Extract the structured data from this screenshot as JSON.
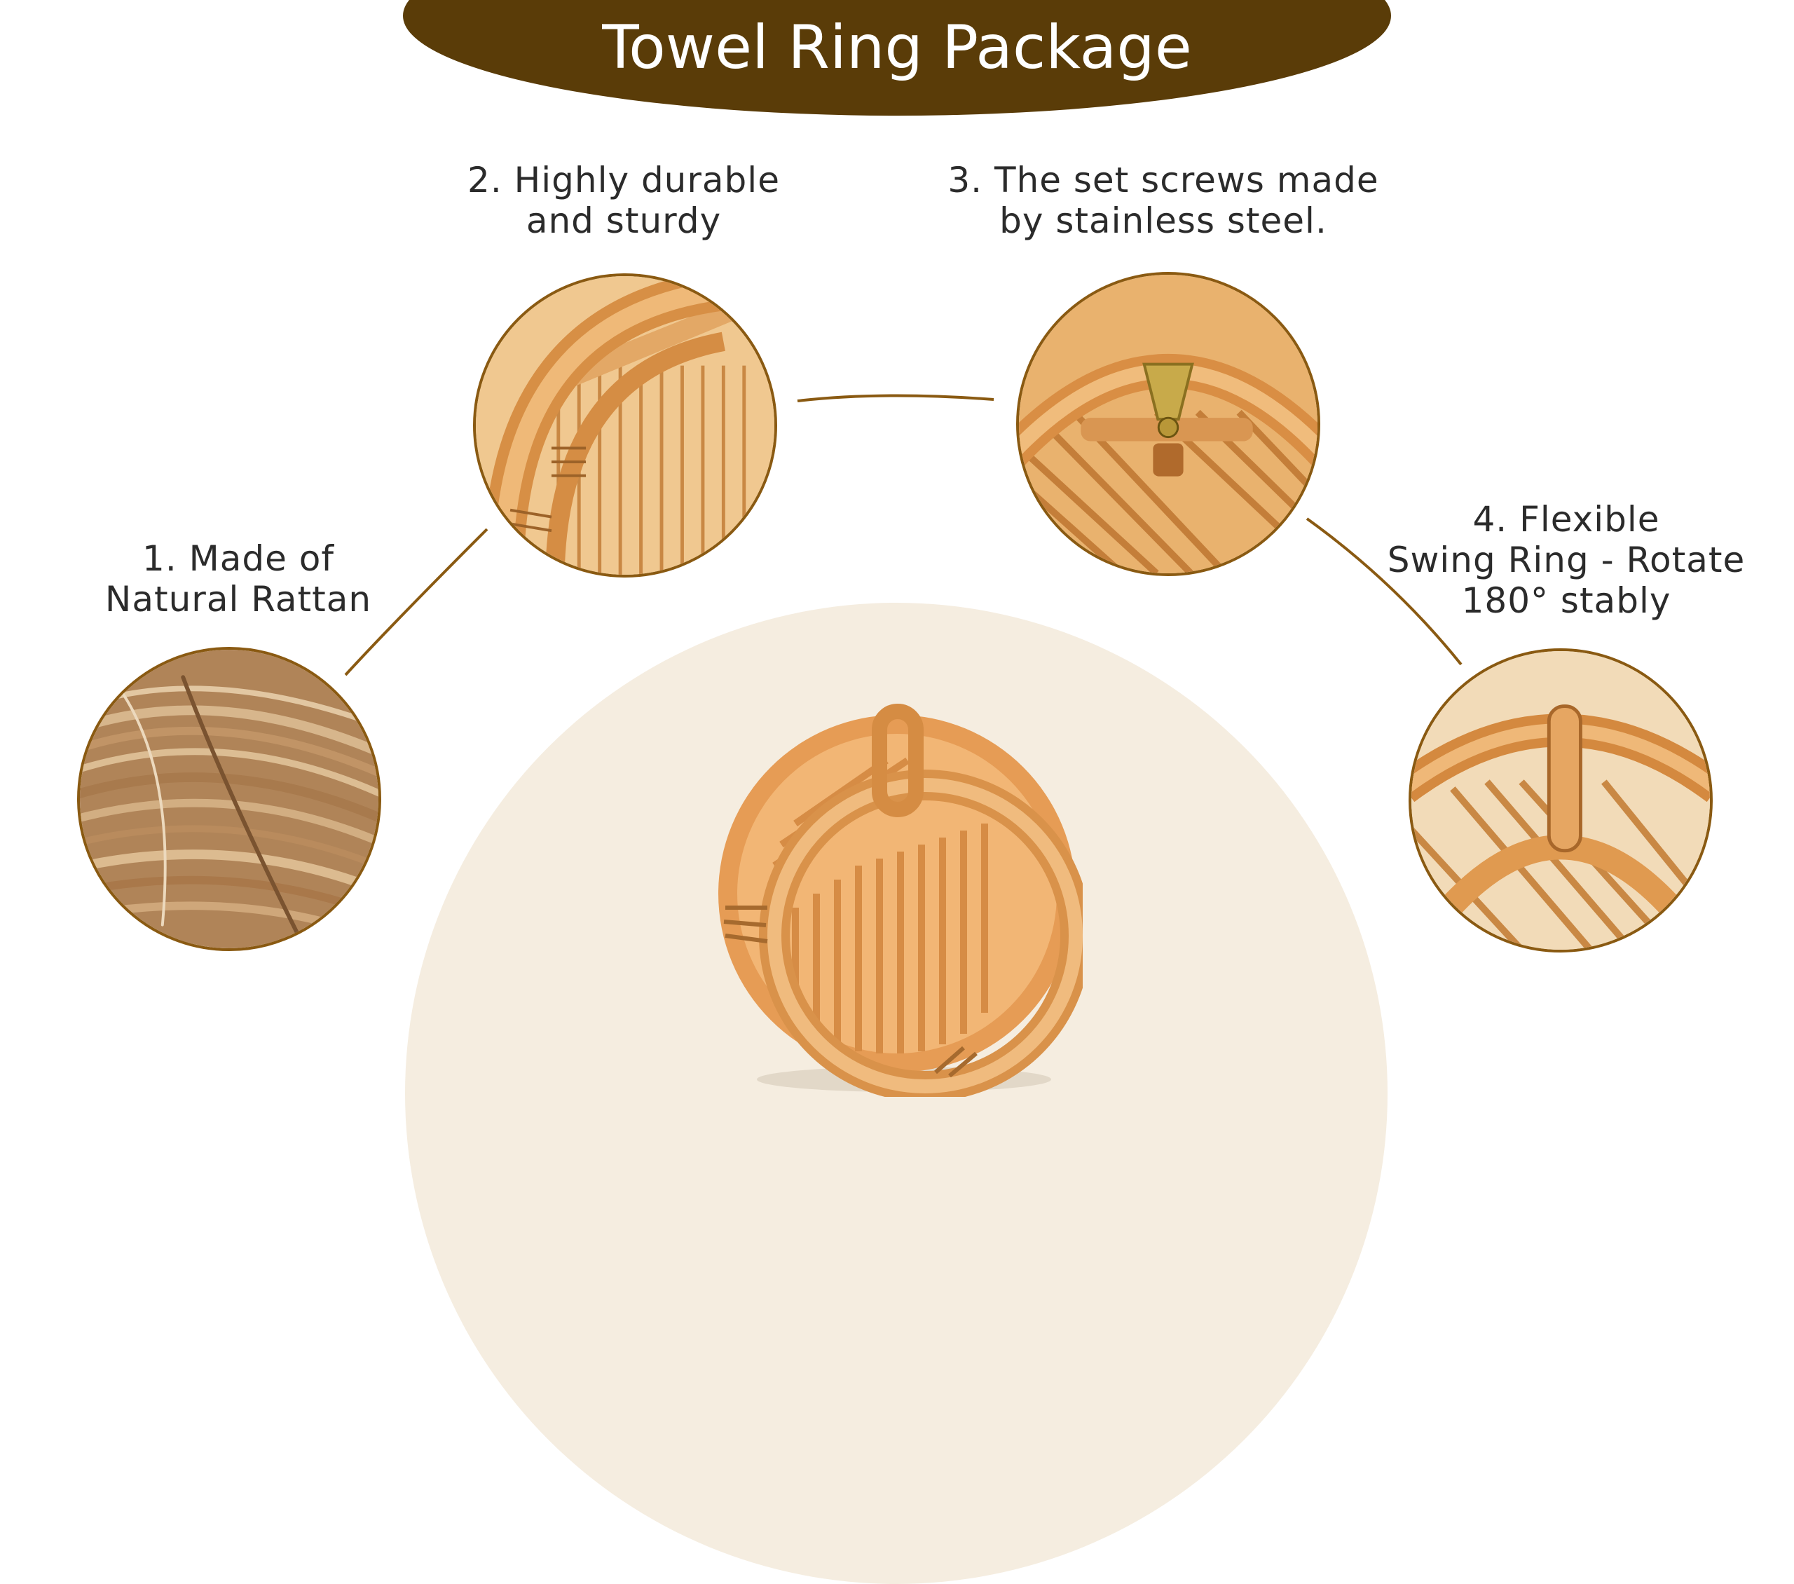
{
  "header": {
    "title": "Towel Ring Package"
  },
  "features": [
    {
      "label_lines": [
        "1. Made of",
        "Natural Rattan"
      ]
    },
    {
      "label_lines": [
        "2. Highly durable",
        "and sturdy"
      ]
    },
    {
      "label_lines": [
        "3. The set screws made",
        "by stainless steel."
      ]
    },
    {
      "label_lines": [
        "4. Flexible",
        "Swing Ring - Rotate",
        "180° stably"
      ]
    }
  ],
  "colors": {
    "banner": "#5a3c08",
    "circle_border": "#8a5a12",
    "base_arc": "#f5ede0",
    "rattan_light": "#e6a865",
    "rattan_dark": "#c77e3a"
  }
}
